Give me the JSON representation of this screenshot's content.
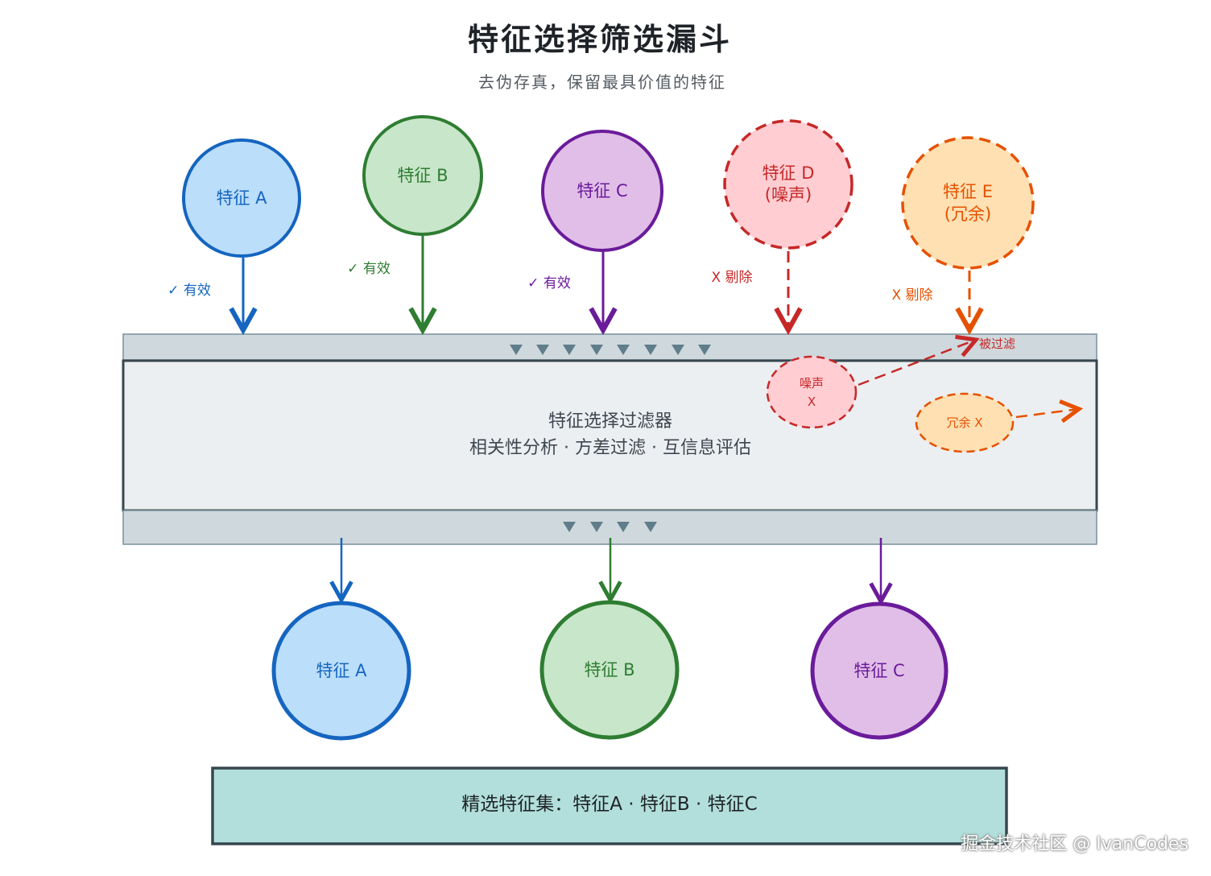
{
  "title": "特征选择筛选漏斗",
  "subtitle": "去伪存真，保留最具价值的特征",
  "colors": {
    "blue": "#1565c0",
    "blue_fill": "#bbdefb",
    "green": "#2e7d32",
    "green_fill": "#c8e6c9",
    "purple": "#6a1b9a",
    "purple_fill": "#e1bee7",
    "red": "#c62828",
    "red_fill": "#ffcdd2",
    "orange": "#e65100",
    "orange_fill": "#ffe0b2",
    "filter_band": "#cfd8dc",
    "filter_body": "#eceff1",
    "result_fill": "#b2dfdb"
  },
  "input_features": [
    {
      "label": "特征 A",
      "sub": "",
      "status": "✓ 有效",
      "kept": true
    },
    {
      "label": "特征 B",
      "sub": "",
      "status": "✓ 有效",
      "kept": true
    },
    {
      "label": "特征 C",
      "sub": "",
      "status": "✓ 有效",
      "kept": true
    },
    {
      "label": "特征 D",
      "sub": "(噪声)",
      "status": "X 剔除",
      "kept": false
    },
    {
      "label": "特征 E",
      "sub": "(冗余)",
      "status": "X 剔除",
      "kept": false
    }
  ],
  "filter": {
    "name": "特征选择过滤器",
    "methods": "相关性分析 · 方差过滤 · 互信息评估",
    "rejected_label": "被过滤",
    "noise_label": "噪声",
    "noise_mark": "X",
    "redundant_label": "冗余 X"
  },
  "output_features": [
    {
      "label": "特征 A"
    },
    {
      "label": "特征 B"
    },
    {
      "label": "特征 C"
    }
  ],
  "result": "精选特征集：特征A · 特征B · 特征C",
  "watermark": "掘金技术社区 @ IvanCodes"
}
